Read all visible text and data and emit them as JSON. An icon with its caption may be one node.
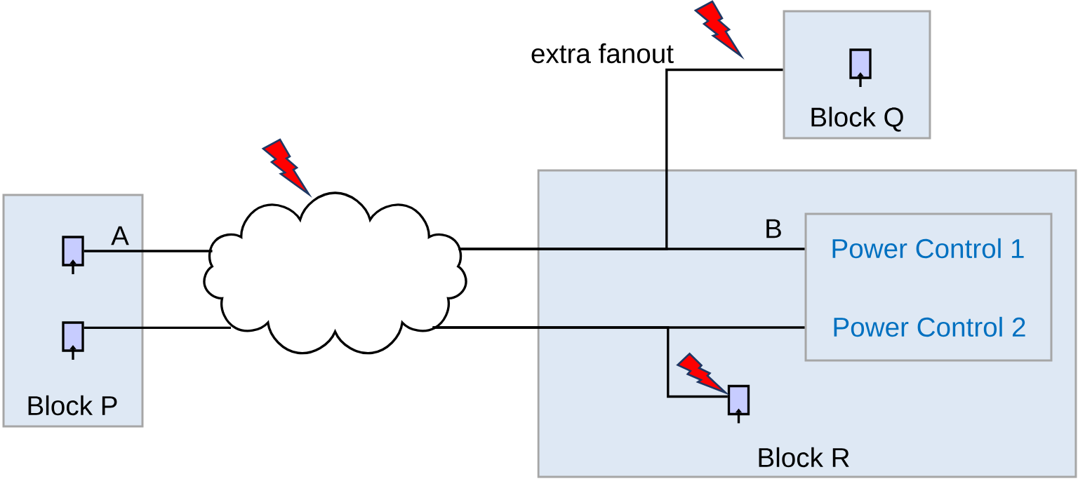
{
  "diagram": {
    "nodes": [
      {
        "text": [
          "Block P"
        ]
      },
      {
        "text": [],
        "shape": "box",
        "in": 0
      },
      {
        "text": [],
        "shape": "box",
        "in": 0
      },
      {
        "text": [],
        "shape": "cloud"
      },
      {
        "text": [
          "Block Q"
        ]
      },
      {
        "text": [],
        "shape": "box",
        "in": 4
      },
      {
        "text": [
          "Block R"
        ]
      },
      {
        "text": [
          "Power Control 1",
          "Power Control 2"
        ],
        "in": 6
      },
      {
        "text": [],
        "shape": "box",
        "in": 6
      }
    ],
    "edges": [
      {
        "from": 1,
        "to": 3,
        "arrow": "none",
        "label": "A"
      },
      {
        "from": 2,
        "to": 3,
        "arrow": "none"
      },
      {
        "from": 3,
        "to": 7,
        "arrow": "none",
        "label": "B"
      },
      {
        "from": 3,
        "to": 4,
        "arrow": "none",
        "label": "extra fanout"
      },
      {
        "from": 3,
        "to": 7,
        "arrow": "none"
      },
      {
        "from": 3,
        "to": 8,
        "arrow": "none"
      }
    ]
  }
}
